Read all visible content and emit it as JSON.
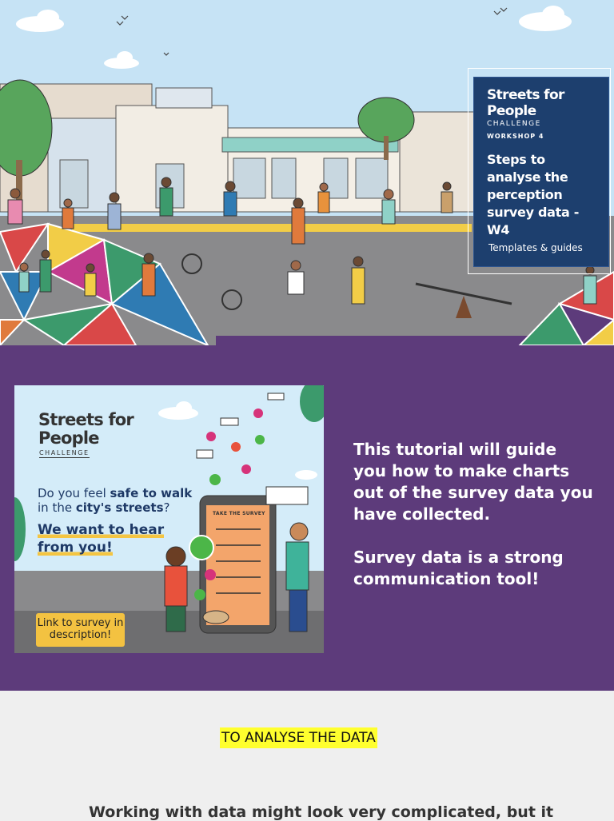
{
  "hero": {
    "card": {
      "brand": "Streets for People",
      "brand_sub": "CHALLENGE",
      "workshop": "WORKSHOP 4",
      "title": "Steps to analyse the perception survey data - W4",
      "footer": "Templates & guides"
    }
  },
  "survey_ad": {
    "brand": "Streets for People",
    "brand_sub": "CHALLENGE",
    "question_pre": "Do you feel ",
    "question_bold1": "safe to walk",
    "question_mid": " in the ",
    "question_bold2": "city's streets",
    "question_end": "?",
    "want_line1": "We want to hear",
    "want_line2": "from you!",
    "phone_label": "TAKE THE SURVEY",
    "button": "Link to survey in description!"
  },
  "intro": {
    "p1": "This tutorial will guide you how to make charts out of the survey data you have collected.",
    "p2": "Survey data is a strong communication tool!"
  },
  "section": {
    "heading": "TO ANALYSE THE DATA",
    "body_start": "Working with data might look very complicated, but it"
  },
  "colors": {
    "sky": "#c6e3f5",
    "card_navy": "#1d3f6e",
    "purple": "#5d3b7b",
    "yellow_highlight": "#ffff2e",
    "ad_yellow": "#f3c241"
  }
}
